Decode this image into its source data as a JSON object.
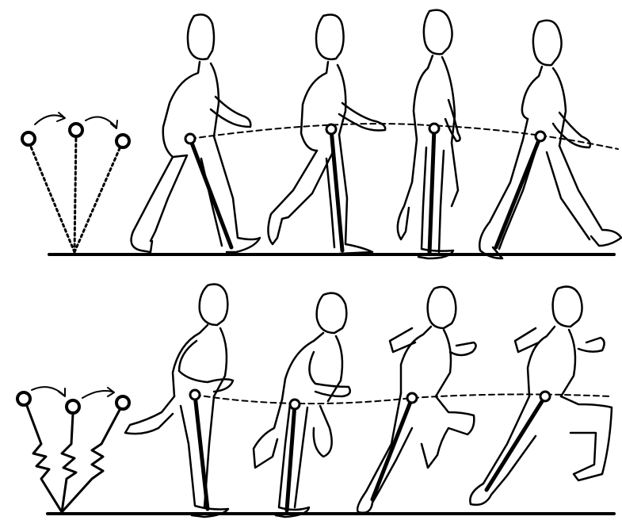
{
  "figure": {
    "background": "#ffffff",
    "ink": "#000000",
    "panels": [
      {
        "id": "walking",
        "pendulum_model": "inverted-pendulum",
        "figures": [
          {
            "hip_marker": true,
            "leg_line": true
          },
          {
            "hip_marker": true,
            "leg_line": true
          },
          {
            "hip_marker": true,
            "leg_line": true
          },
          {
            "hip_marker": true,
            "leg_line": true
          }
        ],
        "hip_trajectory": "dashed-arc"
      },
      {
        "id": "running",
        "pendulum_model": "spring-mass",
        "figures": [
          {
            "hip_marker": true,
            "leg_line": true
          },
          {
            "hip_marker": true,
            "leg_line": true
          },
          {
            "hip_marker": true,
            "leg_line": true
          },
          {
            "hip_marker": true,
            "leg_line": true
          }
        ],
        "hip_trajectory": "dashed-trough"
      }
    ]
  }
}
